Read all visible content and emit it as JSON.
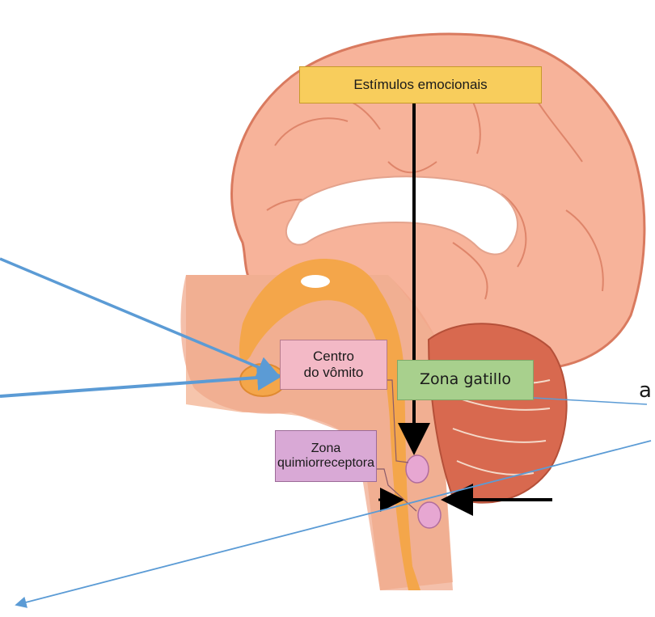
{
  "labels": {
    "emotional_stimuli": "Estímulos emocionais",
    "vomit_center": "Centro\ndo vômito",
    "chemoreceptor_zone": "Zona\nquimiorreceptora",
    "trigger_zone": "Zona gatillo",
    "stray_letter": "a"
  },
  "colors": {
    "brain_cortex": "#f7b39a",
    "brain_outline": "#d97a5f",
    "corpus_callosum": "#ffffff",
    "midbrain_orange": "#f4a64a",
    "cerebellum": "#d8694f",
    "brainstem": "#f6c5ac",
    "emotional_box": "#f8cd5c",
    "vomit_center_box": "#f3b9c6",
    "chemoreceptor_box": "#d9a9d6",
    "trigger_zone_box": "#a8d08d",
    "pointer_arrow": "#5b9bd5",
    "black_arrow": "#000000"
  }
}
